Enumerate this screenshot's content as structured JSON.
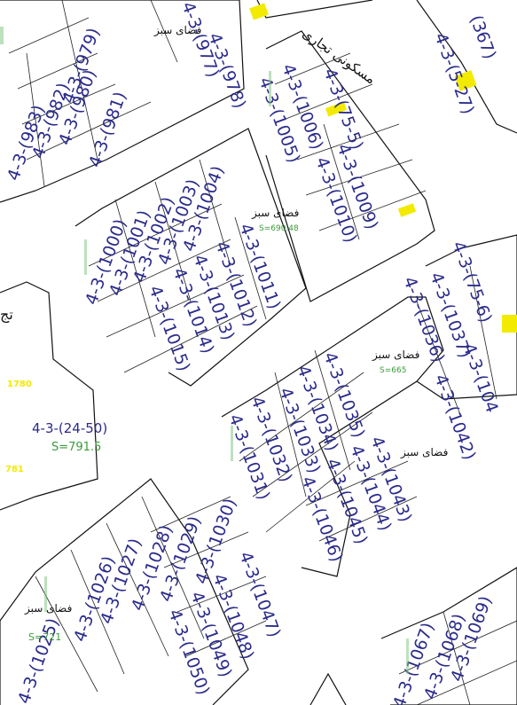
{
  "labels": {
    "parcel_top_left": "4-3-(979)",
    "parcel_980": "4-3-(980)",
    "parcel_981": "4-3-(981)",
    "parcel_982": "4-3-(982)",
    "parcel_983": "4-3-(983)",
    "parcel_977": "4-3-(977)",
    "parcel_978": "4-3-(978)",
    "parcel_1005": "4-3-(1005)",
    "parcel_1006": "4-3-(1006)",
    "parcel_1009": "4-3-(1009)",
    "parcel_1010": "4-3-(1010)",
    "parcel_75_5": "4-3-(75-5)",
    "parcel_1003": "4-3-(1003)",
    "parcel_1004": "4-3-(1004)",
    "parcel_1002": "4-3-(1002)",
    "parcel_1001": "4-3-(1001)",
    "parcel_1000": "4-3-(1000)",
    "parcel_1011": "4-3-(1011)",
    "parcel_1012": "4-3-(1012)",
    "parcel_1013": "4-3-(1013)",
    "parcel_1014": "4-3-(1014)",
    "parcel_1015": "4-3-(1015)",
    "parcel_24_50": "4-3-(24-50)",
    "area_24_50": "S=791.5",
    "green_space_1": "فضای سبز",
    "green_space_2": "فضای سبز",
    "green_area_2": "S=690.48",
    "green_space_3": "فضای سبز",
    "green_area_3": "S=665",
    "green_space_4": "فضای سبز",
    "green_space_5": "فضای سبز",
    "green_area_5": "S=721",
    "commercial_residential": "مسکونی تجاری",
    "parcel_1035": "4-3-(1035)",
    "parcel_1034": "4-3-(1034)",
    "parcel_1033": "4-3-(1033)",
    "parcel_1032": "4-3-(1032)",
    "parcel_1031": "4-3-(1031)",
    "parcel_1036": "4-3-(1036)",
    "parcel_1037": "4-3-(1037)",
    "parcel_75_6": "4-3-(75-6)",
    "parcel_1042": "4-3-(1042)",
    "parcel_104": "4-3-(104",
    "parcel_1043": "4-3-(1043)",
    "parcel_1044": "4-3-(1044)",
    "parcel_1045": "4-3-(1045)",
    "parcel_1046": "4-3-(1046)",
    "parcel_1030": "4-3-(1030)",
    "parcel_1029": "4-3-(1029)",
    "parcel_1028": "4-3-(1028)",
    "parcel_1027": "4-3-(1027)",
    "parcel_1026": "4-3-(1026)",
    "parcel_1025": "4-3-(1025)",
    "parcel_1047": "4-3-(1047)",
    "parcel_1048": "4-3-(1048)",
    "parcel_1049": "4-3-(1049)",
    "parcel_1050": "4-3-(1050)",
    "parcel_1068": "4-3-(1068)",
    "parcel_1069": "4-3-(1069)",
    "parcel_1067": "4-3-(1067)",
    "parcel_5_27": "4-3-(5-27)",
    "parcel_367": "(367)",
    "highlight_1": "1780",
    "highlight_2": "781",
    "left_edge_text": "تج"
  },
  "colors": {
    "parcel_id": "#2b2b8c",
    "area_text": "#3a9a3a",
    "highlight": "#f2ea00",
    "lines": "#111111"
  }
}
